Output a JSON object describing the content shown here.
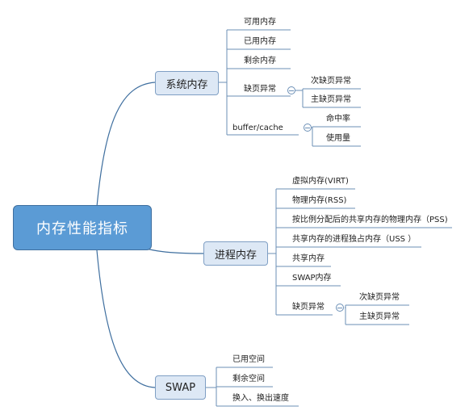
{
  "mindmap": {
    "root": "内存性能指标",
    "branches": [
      {
        "label": "系统内存",
        "items": [
          {
            "label": "可用内存"
          },
          {
            "label": "已用内存"
          },
          {
            "label": "剩余内存"
          },
          {
            "label": "缺页异常",
            "children": [
              "次缺页异常",
              "主缺页异常"
            ]
          },
          {
            "label": "buffer/cache",
            "children": [
              "命中率",
              "使用量"
            ]
          }
        ]
      },
      {
        "label": "进程内存",
        "items": [
          {
            "label": "虚拟内存(VIRT)"
          },
          {
            "label": "物理内存(RSS)"
          },
          {
            "label": "按比例分配后的共享内存的物理内存（PSS)"
          },
          {
            "label": "共享内存的进程独占内存（USS ）"
          },
          {
            "label": "共享内存"
          },
          {
            "label": "SWAP内存"
          },
          {
            "label": "缺页异常",
            "children": [
              "次缺页异常",
              "主缺页异常"
            ]
          }
        ]
      },
      {
        "label": "SWAP",
        "items": [
          {
            "label": "已用空间"
          },
          {
            "label": "剩余空间"
          },
          {
            "label": "换入、换出速度"
          }
        ]
      }
    ]
  },
  "colors": {
    "line": "#3f6f9f",
    "thin_line": "#6b8fb6",
    "root_fill": "#5b9bd5",
    "branch_fill": "#dde8f5",
    "branch_border": "#7f9fc4"
  }
}
